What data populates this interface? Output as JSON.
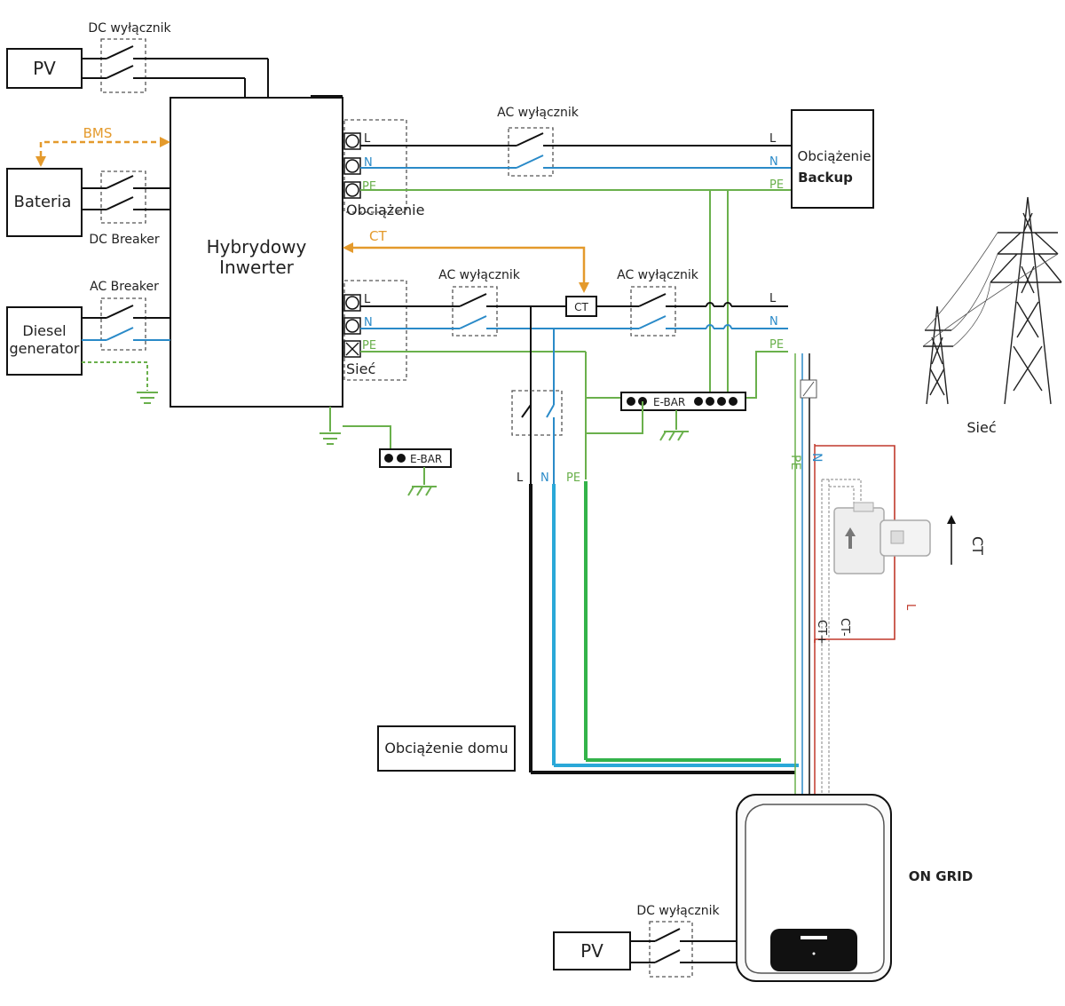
{
  "labels": {
    "pv_top": "PV",
    "dc_switch_top": "DC wyłącznik",
    "bms": "BMS",
    "battery": "Bateria",
    "dc_breaker": "DC Breaker",
    "inverter_line1": "Hybrydowy",
    "inverter_line2": "Inwerter",
    "ac_breaker": "AC Breaker",
    "diesel_line1": "Diesel",
    "diesel_line2": "generator",
    "load_port": "Obciążenie",
    "grid_port": "Sieć",
    "ac_switch_backup": "AC wyłącznik",
    "ac_switch_grid1": "AC wyłącznik",
    "ac_switch_grid2": "AC wyłącznik",
    "ct_inverter": "CT",
    "ct_box": "CT",
    "backup_load_line1": "Obciążenie",
    "backup_load_line2": "Backup",
    "ebar_main": "E-BAR",
    "ebar_left": "E-BAR",
    "grid_tower_label": "Sieć",
    "house_load": "Obciążenie domu",
    "on_grid": "ON GRID",
    "pv_bottom": "PV",
    "dc_switch_bottom": "DC wyłącznik",
    "ct_clamp": "CT",
    "ct_plus": "CT+",
    "ct_minus": "CT-"
  },
  "wire_labels": {
    "L": "L",
    "N": "N",
    "PE": "PE"
  },
  "colors": {
    "live": "#111111",
    "neutral": "#2a8ac8",
    "earth": "#6ab04c",
    "signal": "#e49a2c",
    "ct_wire": "#c0392b"
  }
}
